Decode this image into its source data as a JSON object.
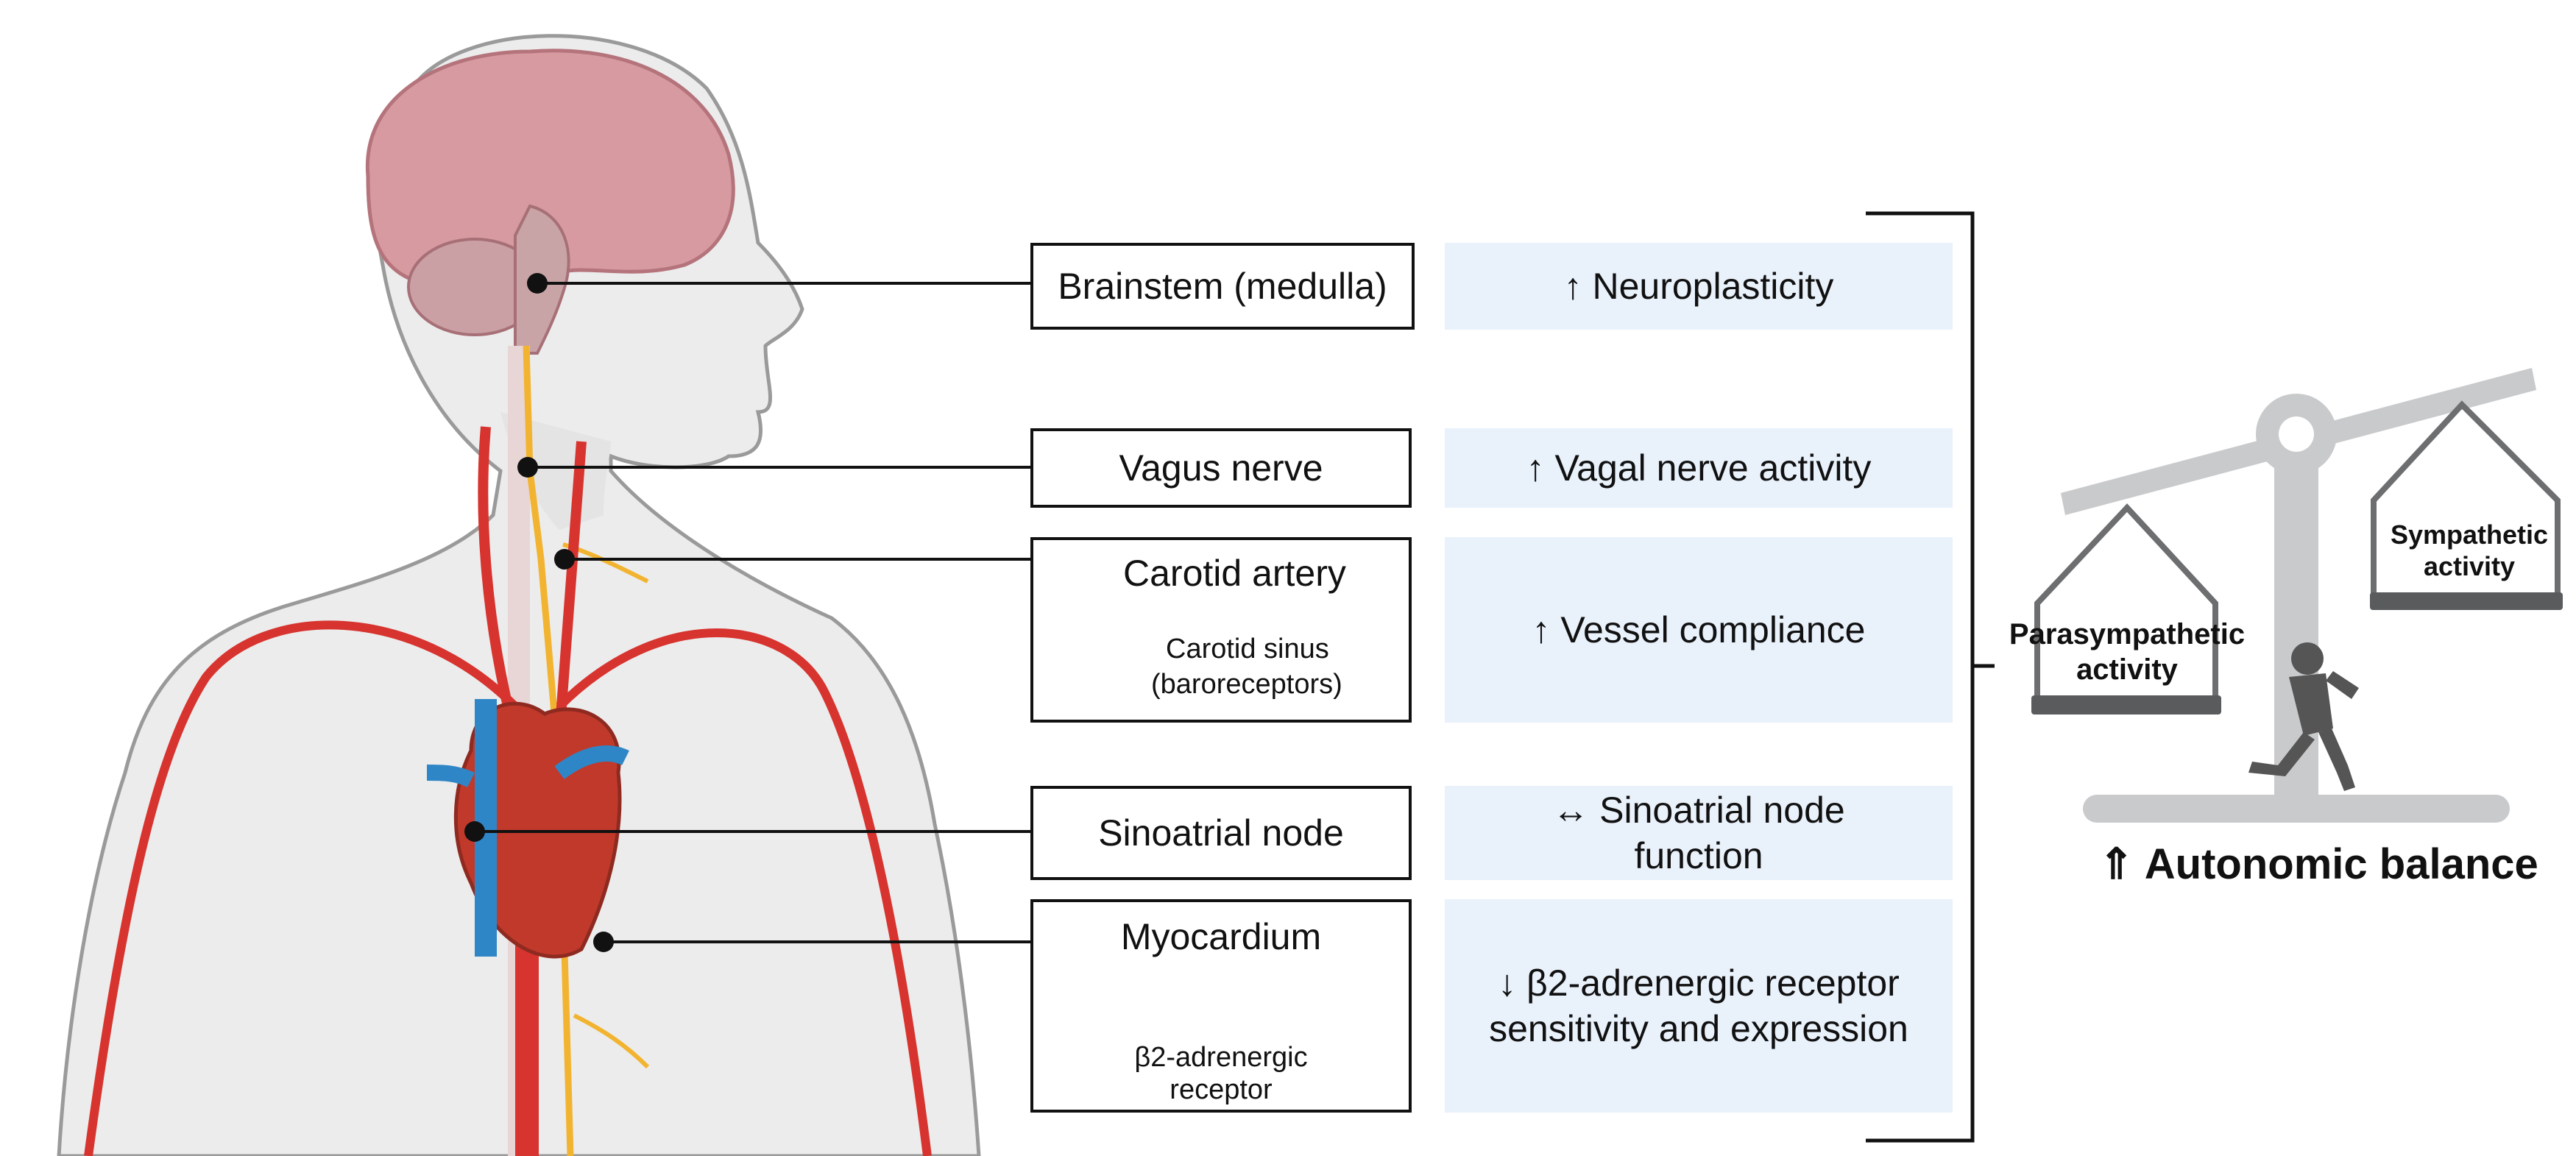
{
  "labels": {
    "brainstem": "Brainstem (medulla)",
    "vagus": "Vagus nerve",
    "carotid_title": "Carotid artery",
    "carotid_sinus_line1": "Carotid sinus",
    "carotid_sinus_line2": "(baroreceptors)",
    "sinoatrial": "Sinoatrial node",
    "myocardium_title": "Myocardium",
    "beta_line1": "β2-adrenergic",
    "beta_line2": "receptor"
  },
  "effects": {
    "neuro": "↑ Neuroplasticity",
    "vagal": "↑ Vagal nerve activity",
    "vessel": "↑ Vessel compliance",
    "sa_line1": "↔ Sinoatrial node",
    "sa_line2": "function",
    "beta_line1": "↓ β2-adrenergic receptor",
    "beta_line2": "sensitivity and expression"
  },
  "scale": {
    "parasympathetic_line1": "Parasympathetic",
    "parasympathetic_line2": "activity",
    "sympathetic_line1": "Sympathetic",
    "sympathetic_line2": "activity"
  },
  "outcome": "⇑ Autonomic balance",
  "colors": {
    "effect_bg": "#e9f1fb",
    "artery_red": "#d7342f",
    "vein_blue": "#2f86c6",
    "nerve_yellow": "#f2b430",
    "brain_pink": "#d69aa0",
    "body_gray": "#ececec",
    "scale_gray": "#c9cacc"
  }
}
